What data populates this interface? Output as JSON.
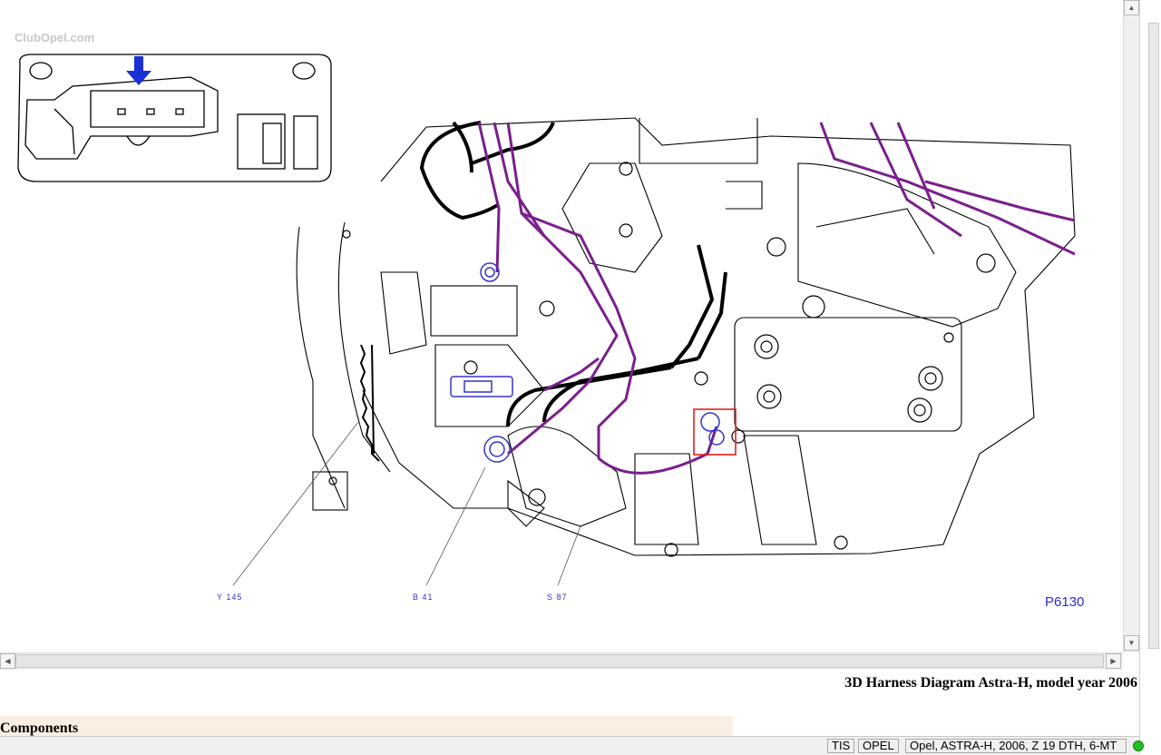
{
  "watermark": "ClubOpel.com",
  "diagram": {
    "callouts": [
      {
        "id": "y145",
        "label": "Y 145"
      },
      {
        "id": "b41",
        "label": "B 41"
      },
      {
        "id": "s87",
        "label": "S 87"
      }
    ],
    "picture_number": "P6130"
  },
  "heading": {
    "title": "3D Harness Diagram Astra-H, model year 2006",
    "components": "Components"
  },
  "statusbar": {
    "app": "TIS",
    "brand": "OPEL",
    "vehicle": "Opel, ASTRA-H, 2006, Z 19 DTH, 6-MT"
  },
  "colors": {
    "harness": "#7a1f8c",
    "connector": "#3333cc",
    "highlight": "#e02020",
    "status_led": "#21c021"
  },
  "icons": [
    "arrow-down-icon",
    "scroll-up-icon",
    "scroll-down-icon",
    "scroll-left-icon",
    "scroll-right-icon",
    "status-led-icon"
  ]
}
